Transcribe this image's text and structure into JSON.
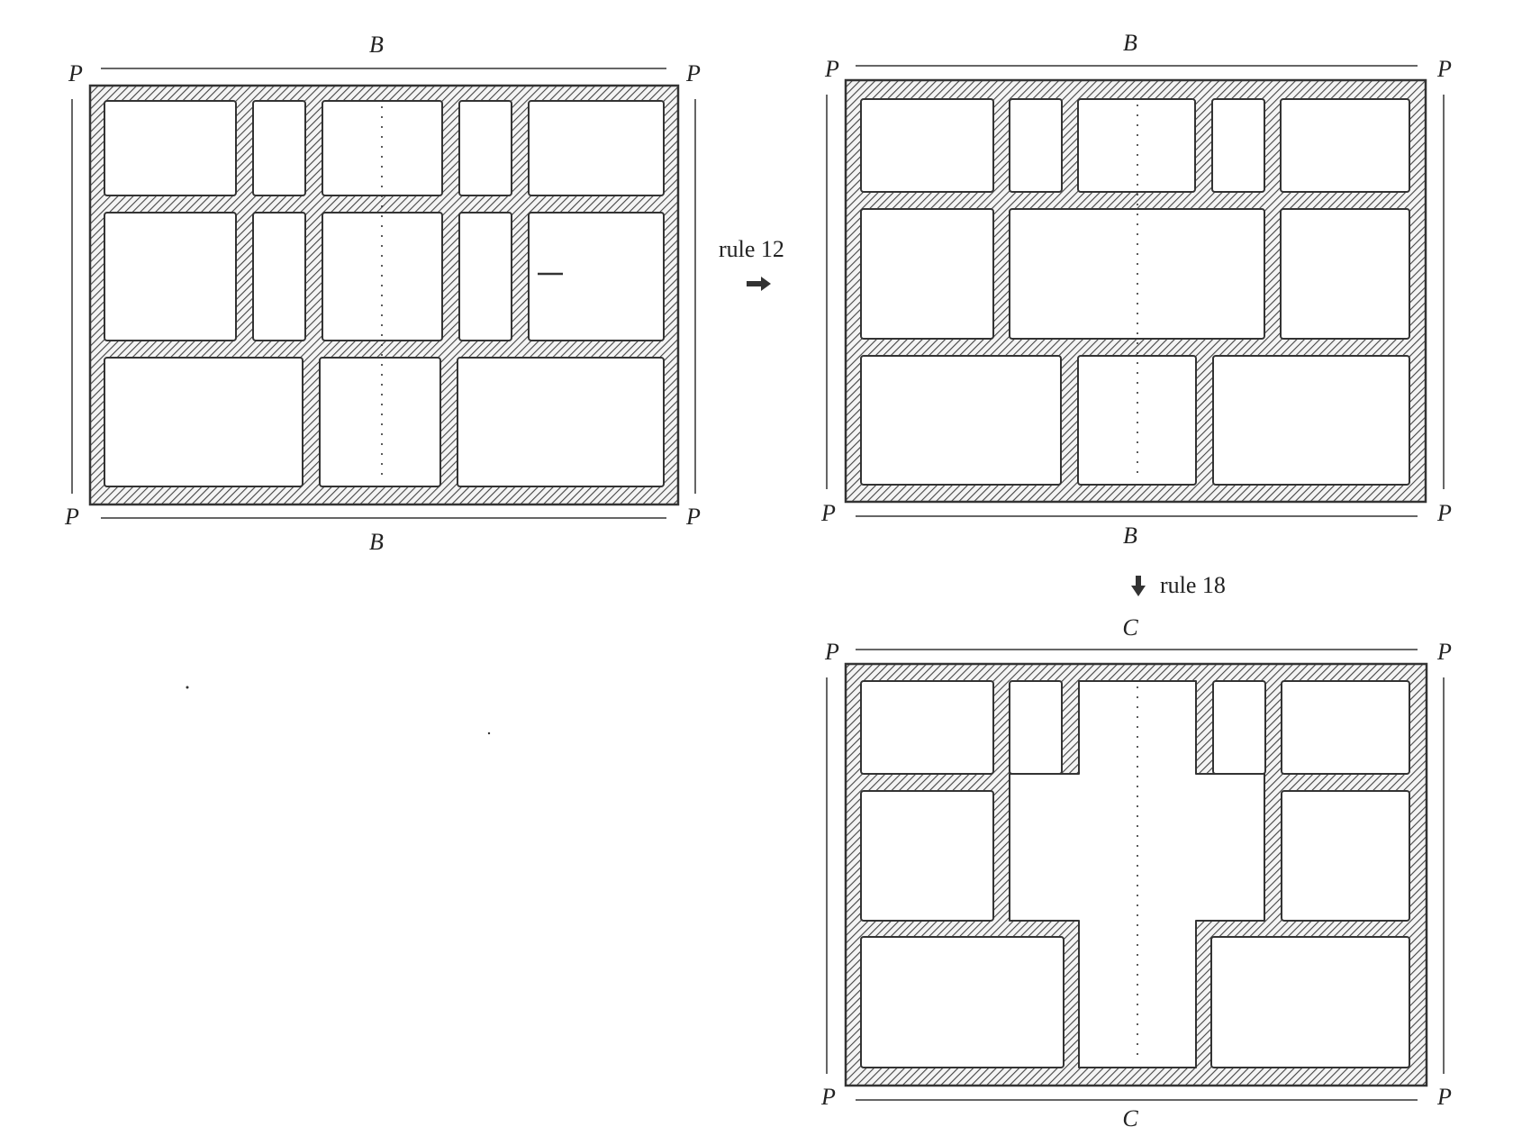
{
  "diagram": {
    "panels": [
      {
        "name": "panel-before",
        "top_label": "B",
        "bottom_label": "B",
        "corner_label": "P"
      },
      {
        "name": "panel-rule12-result",
        "top_label": "B",
        "bottom_label": "B",
        "corner_label": "P"
      },
      {
        "name": "panel-rule18-result",
        "top_label": "C",
        "bottom_label": "C",
        "corner_label": "P"
      }
    ],
    "transitions": [
      {
        "label": "rule 12",
        "arrow": "right-arrow"
      },
      {
        "label": "rule 18",
        "arrow": "down-arrow"
      }
    ],
    "colors": {
      "ink": "#333333",
      "paper": "#ffffff"
    }
  }
}
